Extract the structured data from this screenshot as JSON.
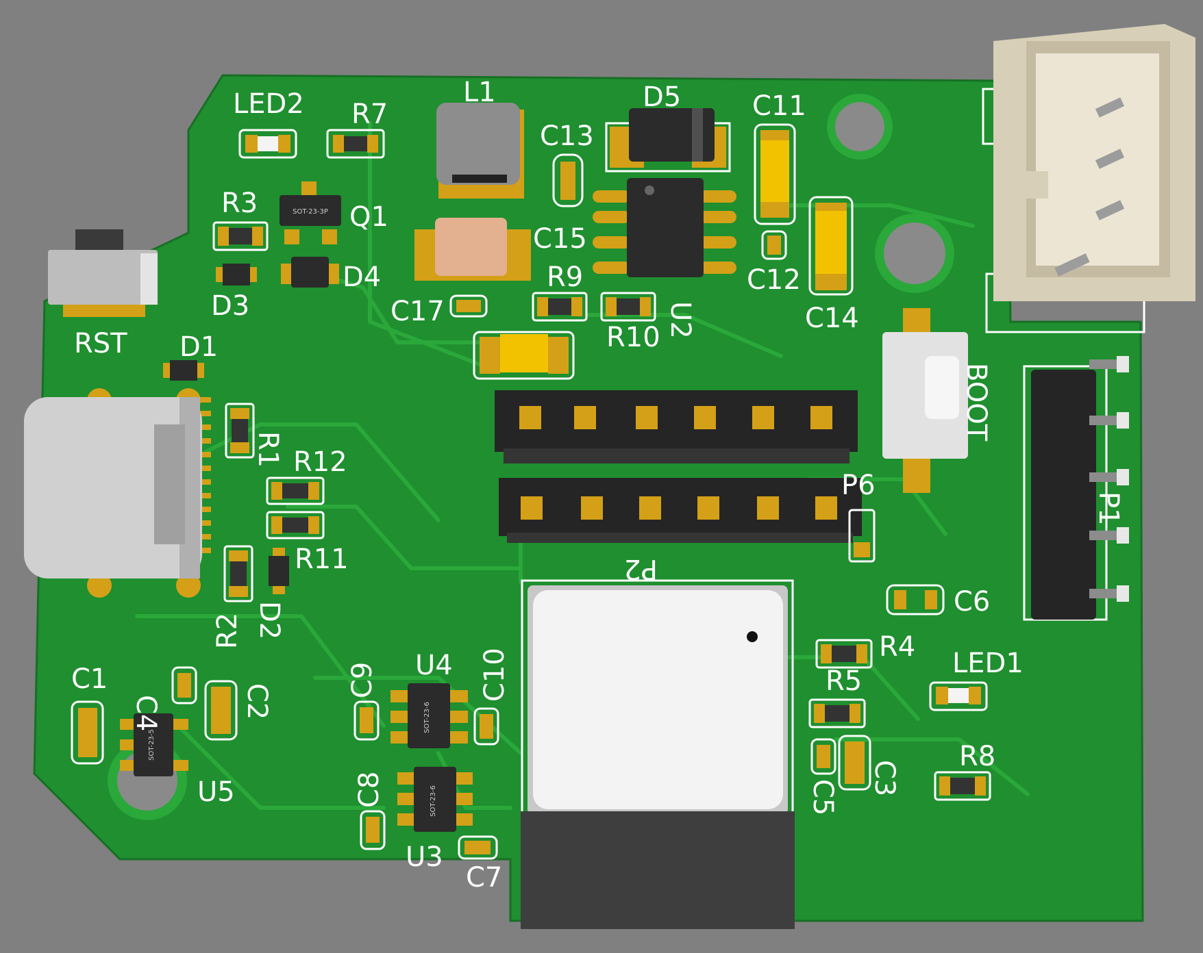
{
  "board": {
    "colors": {
      "background": "#808080",
      "pcb": "#1f8f2f",
      "trace": "#2aa83a",
      "silkscreen": "#ffffff",
      "pad": "#d4a017",
      "chip": "#2b2b2b",
      "connector": "#e8e0cc"
    }
  },
  "labels": {
    "led2": "LED2",
    "r7": "R7",
    "l1": "L1",
    "d5": "D5",
    "c11": "C11",
    "c13": "C13",
    "r3": "R3",
    "q1": "Q1",
    "c15": "C15",
    "c12": "C12",
    "c14": "C14",
    "d3": "D3",
    "d4": "D4",
    "r9": "R9",
    "c17": "C17",
    "r10": "R10",
    "u2": "U2",
    "rst": "RST",
    "d1": "D1",
    "boot": "BOOT",
    "r1": "R1",
    "r12": "R12",
    "p6": "P6",
    "p1": "P1",
    "r11": "R11",
    "p2": "P2",
    "r2": "R2",
    "d2": "D2",
    "c6": "C6",
    "r4": "R4",
    "led1": "LED1",
    "c1": "C1",
    "c4": "C4",
    "c2": "C2",
    "c9": "C9",
    "u4": "U4",
    "c10": "C10",
    "r5": "R5",
    "r8": "R8",
    "c3": "C3",
    "c5": "C5",
    "u5": "U5",
    "c8": "C8",
    "u3": "U3",
    "c7": "C7"
  },
  "chip_markings": {
    "q1": "SOT-23-3P",
    "u4": "SOT-23-6",
    "u3": "SOT-23-6",
    "u5": "SOT-23-5"
  }
}
